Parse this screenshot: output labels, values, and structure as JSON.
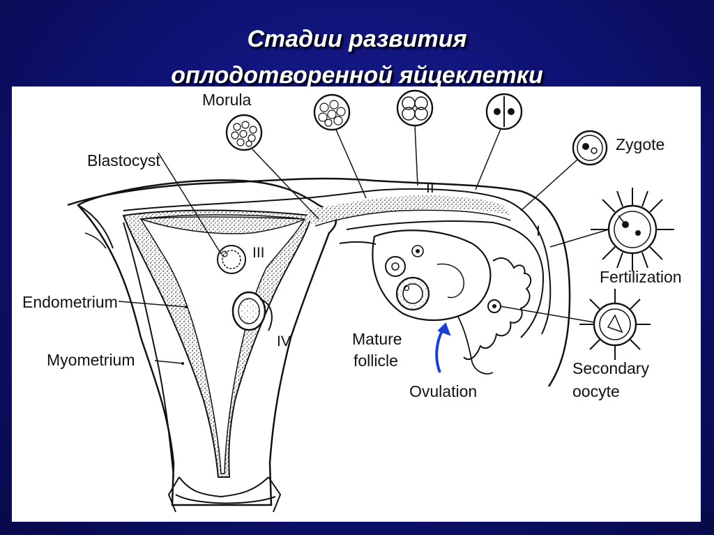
{
  "title": {
    "line1": "Стадии развития",
    "line2": "оплодотворенной яйцеклетки"
  },
  "labels": {
    "morula": "Morula",
    "blastocyst": "Blastocyst",
    "zygote": "Zygote",
    "fertilization": "Fertilization",
    "endometrium": "Endometrium",
    "myometrium": "Myometrium",
    "mature_follicle_1": "Mature",
    "mature_follicle_2": "follicle",
    "ovulation": "Ovulation",
    "secondary_oocyte_1": "Secondary",
    "secondary_oocyte_2": "oocyte"
  },
  "stages": {
    "i": "I",
    "ii": "II",
    "iii": "III",
    "iv": "IV"
  },
  "colors": {
    "background": "#0e1170",
    "panel": "#ffffff",
    "ink": "#111111",
    "ovulation_arrow": "#1f3fd0"
  }
}
